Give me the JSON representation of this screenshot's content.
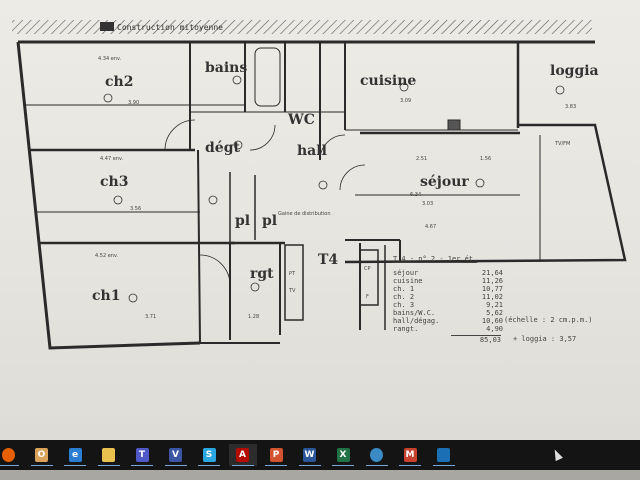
{
  "plan": {
    "header_label": "Construction mitoyenne",
    "rooms": {
      "ch2": "ch2",
      "bains": "bains",
      "cuisine": "cuisine",
      "loggia": "loggia",
      "wc": "WC",
      "degt": "dégt",
      "hall": "hall",
      "ch3": "ch3",
      "sejour": "séjour",
      "pl1": "pl",
      "pl2": "pl",
      "t4": "T4",
      "rgt": "rgt",
      "ch1": "ch1",
      "cp": "CP",
      "pt": "PT",
      "tv": "TV",
      "cf": "F"
    },
    "dimensions": {
      "ch2_w": "4.34 env.",
      "ch2_d": "3.90",
      "ch3_w": "4.47 env.",
      "ch3_d": "3.56",
      "ch1_w": "4.52 env.",
      "ch1_d": "3.71",
      "cuisine_d": "3.09",
      "sejour_a": "2.51",
      "sejour_b": "1.56",
      "sejour_c": "6.34",
      "sejour_d": "3.03",
      "sejour_e": "4.67",
      "loggia_d": "3.83",
      "tvfm": "TV/FM",
      "rgt_d": "1.28",
      "gaine": "Gaine de distribution"
    }
  },
  "areas": {
    "title": "T.4 - n° 2 - 1er ét.",
    "rows": [
      {
        "label": "séjour",
        "value": "21,64"
      },
      {
        "label": "cuisine",
        "value": "11,26"
      },
      {
        "label": "ch. 1",
        "value": "10,77"
      },
      {
        "label": "ch. 2",
        "value": "11,02"
      },
      {
        "label": "ch. 3",
        "value": "9,21"
      },
      {
        "label": "bains/W.C.",
        "value": "5,62"
      },
      {
        "label": "hall/dégag.",
        "value": "10,60"
      },
      {
        "label": "rangt.",
        "value": "4,90"
      }
    ],
    "total": "85,03",
    "loggia": "+ loggia : 3,57",
    "scale": "(échelle : 2 cm.p.m.)"
  },
  "taskbar": {
    "apps": [
      {
        "name": "firefox",
        "glyph": "",
        "color": "#e66000"
      },
      {
        "name": "outlook",
        "glyph": "O",
        "color": "#d9a25a"
      },
      {
        "name": "internet-explorer",
        "glyph": "e",
        "color": "#2b7cd3"
      },
      {
        "name": "file-explorer",
        "glyph": "",
        "color": "#e8c14e"
      },
      {
        "name": "teams",
        "glyph": "T",
        "color": "#5059c9"
      },
      {
        "name": "visio",
        "glyph": "V",
        "color": "#3955a3"
      },
      {
        "name": "skype",
        "glyph": "S",
        "color": "#2aa7e0"
      },
      {
        "name": "acrobat",
        "glyph": "A",
        "color": "#b30b00"
      },
      {
        "name": "powerpoint",
        "glyph": "P",
        "color": "#d35230"
      },
      {
        "name": "word",
        "glyph": "W",
        "color": "#2b579a"
      },
      {
        "name": "excel",
        "glyph": "X",
        "color": "#217346"
      },
      {
        "name": "browser",
        "glyph": "",
        "color": "#3a8bc4"
      },
      {
        "name": "mail-app",
        "glyph": "M",
        "color": "#c8412e"
      },
      {
        "name": "photos",
        "glyph": "",
        "color": "#1b6fb5"
      }
    ]
  }
}
